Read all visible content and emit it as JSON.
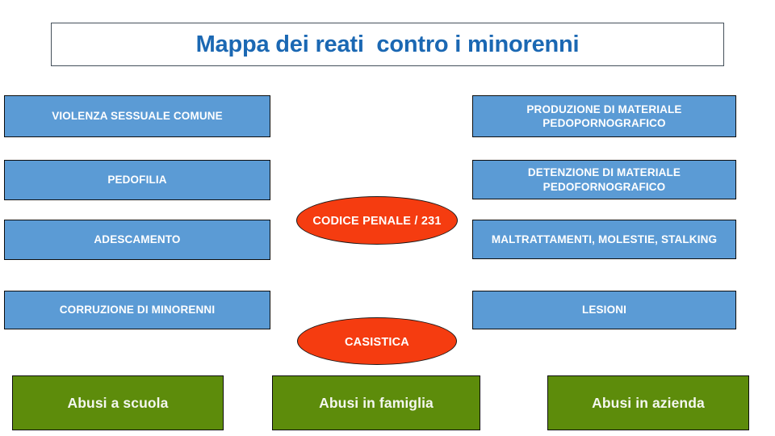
{
  "page": {
    "title": "Mappa dei reati  contro i minorenni",
    "background_color": "#ffffff"
  },
  "colors": {
    "title_text": "#1b68b3",
    "title_border": "#44505a",
    "blue_box_fill": "#5b9bd5",
    "blue_box_text": "#ffffff",
    "ellipse_fill": "#f53c10",
    "ellipse_text": "#ffffff",
    "green_box_fill": "#5d8c0b",
    "green_box_text": "#f4f7ef",
    "box_border": "#0d0d0d"
  },
  "left_column": {
    "items": [
      {
        "label": "VIOLENZA SESSUALE COMUNE"
      },
      {
        "label": "PEDOFILIA"
      },
      {
        "label": "ADESCAMENTO"
      },
      {
        "label": "CORRUZIONE DI MINORENNI"
      }
    ]
  },
  "right_column": {
    "items": [
      {
        "label": "PRODUZIONE DI MATERIALE PEDOPORNOGRAFICO"
      },
      {
        "label": "DETENZIONE DI MATERIALE PEDOFORNOGRAFICO"
      },
      {
        "label": "MALTRATTAMENTI, MOLESTIE, STALKING"
      },
      {
        "label": "LESIONI"
      }
    ]
  },
  "center_nodes": {
    "items": [
      {
        "label": "CODICE PENALE / 231"
      },
      {
        "label": "CASISTICA"
      }
    ]
  },
  "bottom_row": {
    "items": [
      {
        "label": "Abusi a scuola"
      },
      {
        "label": "Abusi in famiglia"
      },
      {
        "label": "Abusi in azienda"
      }
    ]
  }
}
